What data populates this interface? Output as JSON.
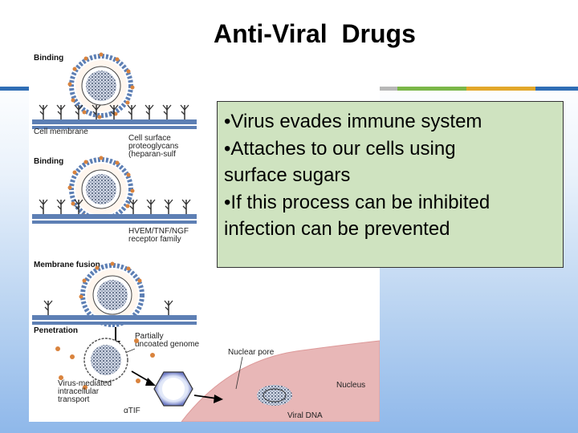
{
  "slide": {
    "title": "Anti-Viral  Drugs",
    "bullets": [
      "•Virus evades immune system",
      "•Attaches to our cells using",
      "surface sugars",
      "•If this process can be inhibited",
      "infection can be prevented"
    ]
  },
  "figure": {
    "stage_labels": {
      "binding_1": "Binding",
      "binding_2": "Binding",
      "membrane_fusion": "Membrane fusion",
      "penetration": "Penetration"
    },
    "labels": {
      "cell_membrane": "Cell membrane",
      "proteoglycans_1": "Cell surface",
      "proteoglycans_2": "proteoglycans",
      "proteoglycans_3": "(heparan-sulf",
      "receptor_1": "HVEM/TNF/NGF",
      "receptor_2": "receptor family",
      "uncoated_1": "Partially",
      "uncoated_2": "uncoated genome",
      "nuclear_pore": "Nuclear pore",
      "transport_1": "Virus-mediated",
      "transport_2": "intracellular",
      "transport_3": "transport",
      "nucleus": "Nucleus",
      "tif": "αTIF",
      "viral_dna": "Viral DNA"
    }
  },
  "colors": {
    "accent_gray": "#b7b7b7",
    "accent_green": "#7ab648",
    "accent_gold": "#e2a72a",
    "accent_blue": "#2f6db5",
    "membrane_blue": "#5d7fb4",
    "nucleus_red": "#e8b7b7",
    "text_box_green": "#cfe3c0"
  }
}
